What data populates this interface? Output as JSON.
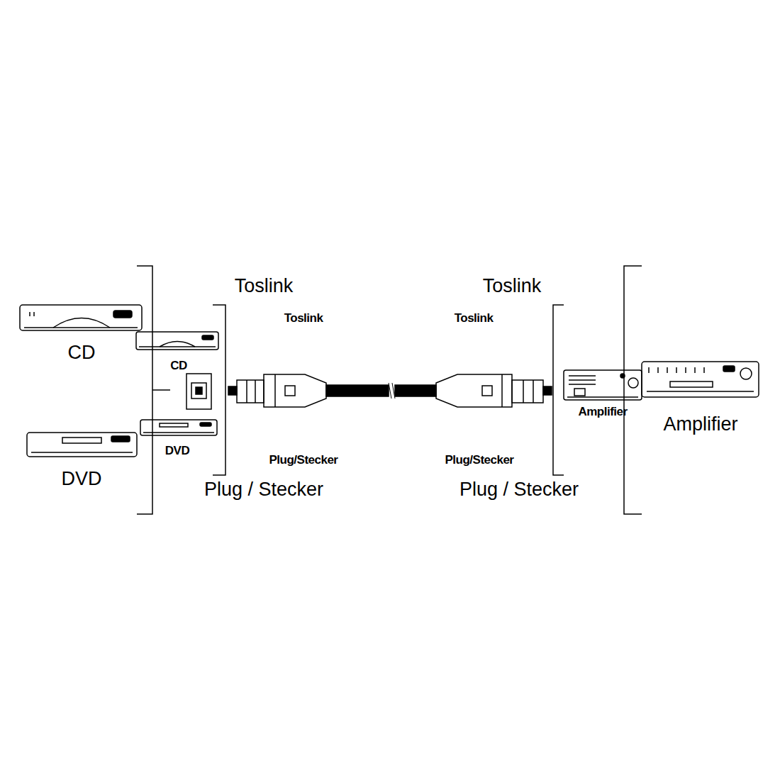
{
  "diagram": {
    "labels": [
      "Toslink",
      "Toslink",
      "Toslink",
      "Toslink",
      "CD",
      "CD",
      "DVD",
      "DVD",
      "Plug/Stecker",
      "Plug / Stecker",
      "Plug/Stecker",
      "Plug / Stecker",
      "Amplifier",
      "Amplifier"
    ]
  }
}
